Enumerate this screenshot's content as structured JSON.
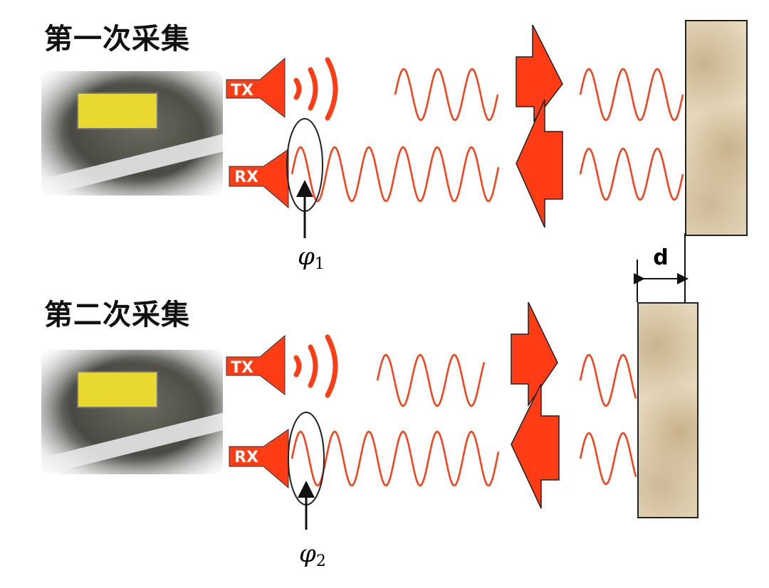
{
  "captures": [
    {
      "title": "第一次采集",
      "tx_label": "TX",
      "rx_label": "RX",
      "phase_label": "φ",
      "phase_sub": "1"
    },
    {
      "title": "第二次采集",
      "tx_label": "TX",
      "rx_label": "RX",
      "phase_label": "φ",
      "phase_sub": "2"
    }
  ],
  "distance_label": "d",
  "colors": {
    "signal": "#ff3c14",
    "wave": "#ff3c14"
  }
}
